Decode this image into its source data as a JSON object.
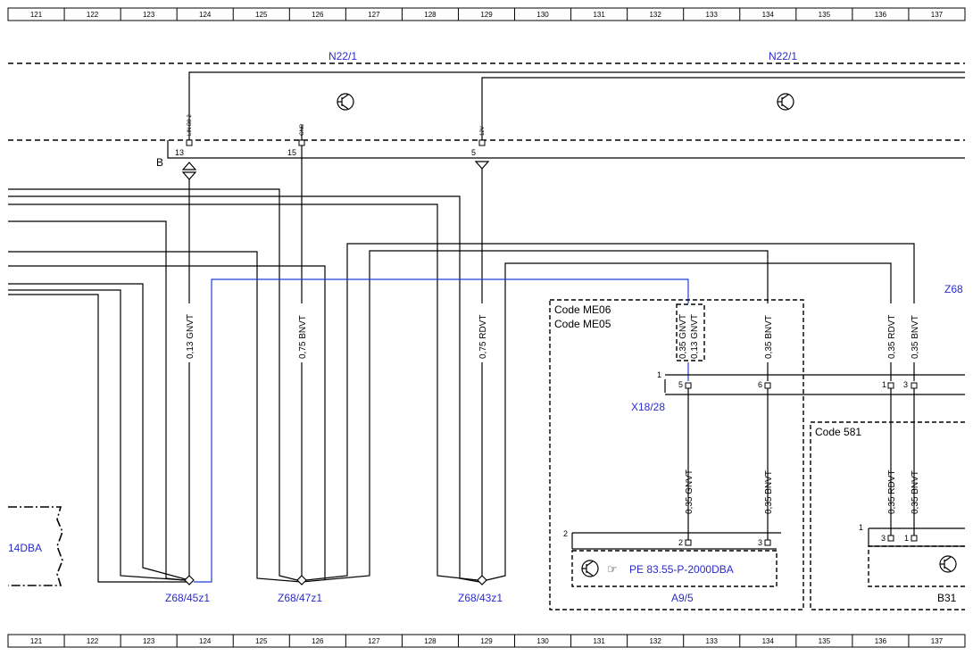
{
  "ruler": {
    "columns": [
      "121",
      "122",
      "123",
      "124",
      "125",
      "126",
      "127",
      "128",
      "129",
      "130",
      "131",
      "132",
      "133",
      "134",
      "135",
      "136",
      "137"
    ]
  },
  "diagram": {
    "control_unit_left": "N22/1",
    "control_unit_right": "N22/1",
    "signal_lin": "LIN B8-2",
    "signal_gnd": "GND",
    "signal_12v": "12V",
    "bus_label": "B",
    "pin_13": "13",
    "pin_15": "15",
    "pin_5": "5",
    "left_connector_label": "14DBA",
    "right_edge_label": "Z68",
    "wires": {
      "w1": "0,13 GNVT",
      "w2": "0,75 BNVT",
      "w3": "0,75 RDVT",
      "w4a": "0,35 GNVT",
      "w4b": "0,13 GNVT",
      "w5": "0,35 BNVT",
      "w6": "0,35 RDVT",
      "w7": "0,35 BNVT",
      "w8": "0,35 GNVT",
      "w9": "0,35 BNVT",
      "w10": "0,35 RDVT",
      "w11": "0,35 BNVT"
    },
    "code_box": {
      "line1": "Code ME06",
      "line2": "Code ME05"
    },
    "connector_x18": {
      "label": "X18/28",
      "number": "1",
      "pin_a": "5",
      "pin_b": "6",
      "pin_c": "1",
      "pin_d": "3"
    },
    "code_581": "Code 581",
    "component_a9": {
      "number": "2",
      "pin_a": "2",
      "pin_b": "3",
      "reference": "PE 83.55-P-2000DBA",
      "label": "A9/5"
    },
    "component_b31": {
      "number": "1",
      "pin_a": "3",
      "pin_b": "1",
      "label": "B31"
    },
    "splices": {
      "s1": "Z68/45z1",
      "s2": "Z68/47z1",
      "s3": "Z68/43z1"
    }
  },
  "colors": {
    "reference_blue": "#2a2ad0",
    "wire_blue": "#1f3fd6"
  }
}
